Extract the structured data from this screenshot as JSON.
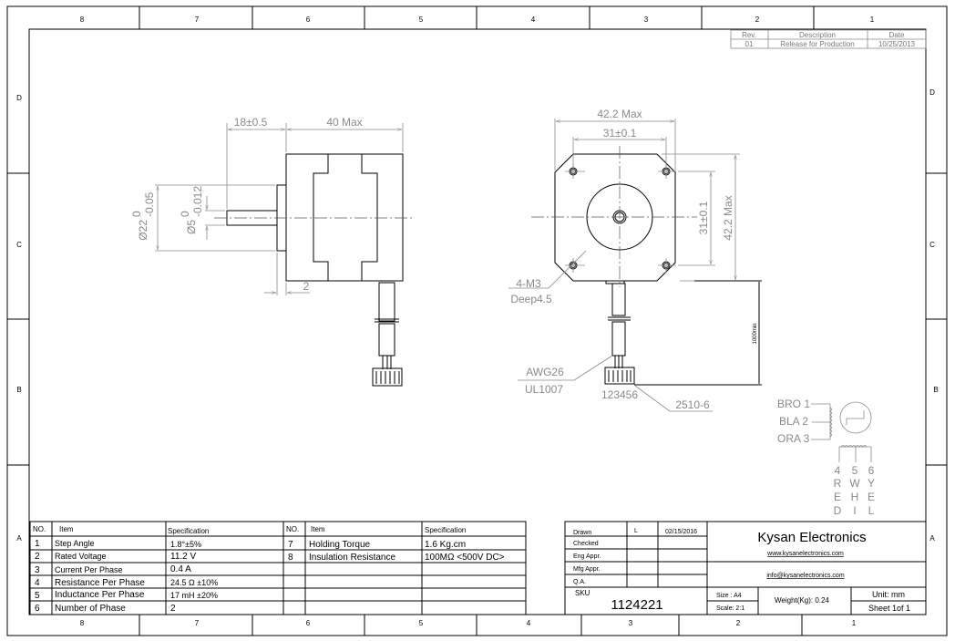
{
  "border": {
    "top_zones": [
      "8",
      "7",
      "6",
      "5",
      "4",
      "3",
      "2",
      "1"
    ],
    "bottom_zones": [
      "8",
      "7",
      "6",
      "5",
      "4",
      "3",
      "2",
      "1"
    ],
    "side_zones": [
      "D",
      "C",
      "B",
      "A"
    ]
  },
  "revision": {
    "headers": [
      "Rev.",
      "Description",
      "Date"
    ],
    "rows": [
      [
        "01",
        "Release for Production",
        "10/25/2013"
      ]
    ]
  },
  "side_view": {
    "shaft_length": "18±0.5",
    "body_length": "40 Max",
    "flange_dia_nominal": "Ø22",
    "flange_dia_upper": "0",
    "flange_dia_lower": "-0.05",
    "shaft_dia_nominal": "Ø5",
    "shaft_dia_upper": "0",
    "shaft_dia_lower": "-0.012",
    "flange_height": "2"
  },
  "front_view": {
    "width_max": "42.2 Max",
    "hole_spacing_h": "31±0.1",
    "hole_spacing_v": "31±0.1",
    "height_max": "42.2 Max",
    "holes_label": "4-M3",
    "holes_depth": "Deep4.5",
    "wire_gauge": "AWG26",
    "wire_spec": "UL1007",
    "pin_numbers": "123456",
    "connector": "2510-6",
    "cable_length": "1000min"
  },
  "wiring": {
    "left": [
      "BRO 1",
      "BLA 2",
      "ORA 3"
    ],
    "bottom": [
      {
        "num": "4",
        "letters": [
          "R",
          "E",
          "D"
        ]
      },
      {
        "num": "5",
        "letters": [
          "W",
          "H",
          "I"
        ]
      },
      {
        "num": "6",
        "letters": [
          "Y",
          "E",
          "L"
        ]
      }
    ]
  },
  "spec_table": {
    "headers": [
      "NO.",
      "Item",
      "Specification",
      "NO.",
      "Item",
      "Specification"
    ],
    "left_rows": [
      [
        "1",
        "Step Angle",
        "1.8°±5%"
      ],
      [
        "2",
        "Rated Voltage",
        "11.2 V"
      ],
      [
        "3",
        "Current Per Phase",
        "0.4 A"
      ],
      [
        "4",
        "Resistance Per Phase",
        "24.5 Ω  ±10%"
      ],
      [
        "5",
        "Inductance Per Phase",
        "17 mH ±20%"
      ],
      [
        "6",
        "Number of Phase",
        "2"
      ]
    ],
    "right_rows": [
      [
        "7",
        "Holding Torque",
        "1.6 Kg.cm"
      ],
      [
        "8",
        "Insulation Resistance",
        "100MΩ <500V DC>"
      ]
    ]
  },
  "title_block": {
    "approvals": [
      {
        "role": "Drawn",
        "name": "L",
        "date": "02/15/2016"
      },
      {
        "role": "Checked",
        "name": "",
        "date": ""
      },
      {
        "role": "Eng Appr.",
        "name": "",
        "date": ""
      },
      {
        "role": "Mfg Appr.",
        "name": "",
        "date": ""
      },
      {
        "role": "Q.A.",
        "name": "",
        "date": ""
      }
    ],
    "company": "Kysan Electronics",
    "website": "www.kysanelectronics.com",
    "email": "info@kysanelectronics.com",
    "sku_label": "SKU",
    "sku": "1124221",
    "size": "Size : A4",
    "scale": "Scale: 2:1",
    "weight": "Weight(Kg):  0.24",
    "unit": "Unit: mm",
    "sheet": "Sheet 1of 1"
  }
}
